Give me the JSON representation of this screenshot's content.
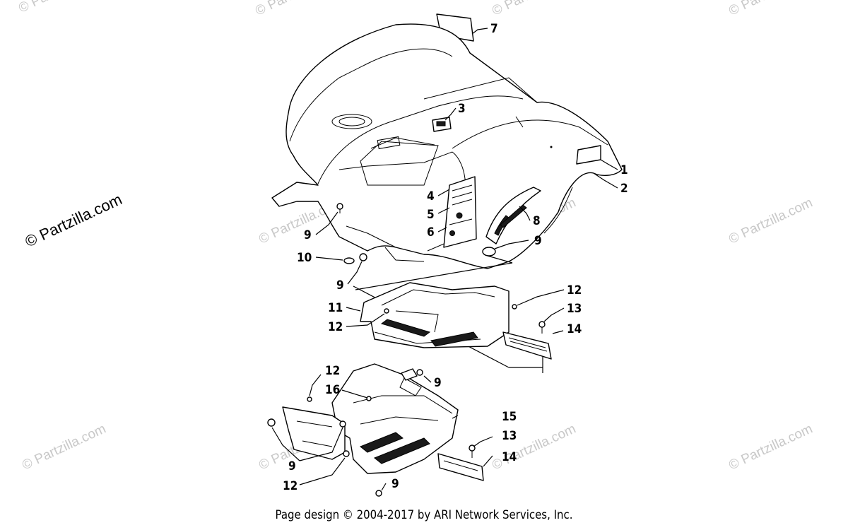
{
  "watermarks": {
    "primary": "© Partzilla.com",
    "repeated": "© Partzilla.com"
  },
  "callouts": {
    "c1": "1",
    "c2": "2",
    "c3": "3",
    "c4": "4",
    "c5": "5",
    "c6": "6",
    "c7": "7",
    "c8": "8",
    "c9a": "9",
    "c9b": "9",
    "c9c": "9",
    "c9d": "9",
    "c9e": "9",
    "c9f": "9",
    "c10": "10",
    "c11": "11",
    "c12a": "12",
    "c12b": "12",
    "c12c": "12",
    "c12d": "12",
    "c13a": "13",
    "c13b": "13",
    "c14a": "14",
    "c14b": "14",
    "c15": "15",
    "c16": "16"
  },
  "footer": {
    "text": "Page design © 2004-2017 by ARI Network Services, Inc."
  }
}
